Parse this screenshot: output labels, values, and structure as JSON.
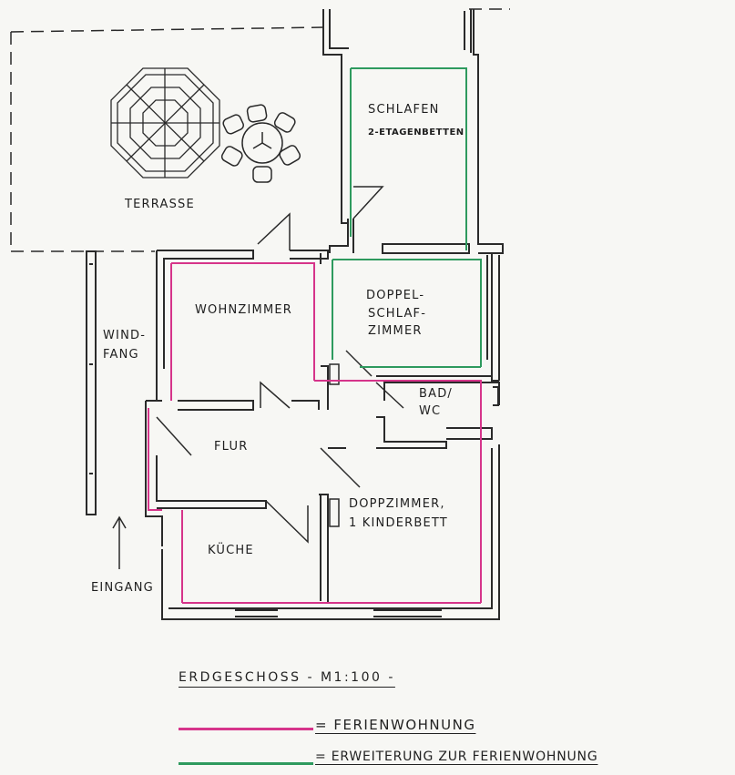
{
  "colors": {
    "ferienwohnung": "#d6348a",
    "erweiterung": "#2e9a5e",
    "wall": "#2a2a2a"
  },
  "rooms": {
    "terrasse": "TERRASSE",
    "schlafen": "SCHLAFEN",
    "schlafen_sub": "2-ETAGENBETTEN",
    "doppelschlafzimmer": [
      "DOPPEL-",
      "SCHLAF-",
      "ZIMMER"
    ],
    "wohnzimmer": "WOHNZIMMER",
    "windfang": [
      "WIND-",
      "FANG"
    ],
    "bad_wc": [
      "BAD/",
      "WC"
    ],
    "flur": "FLUR",
    "doppzimmer": [
      "DOPPZIMMER,",
      "1 KINDERBETT"
    ],
    "kueche": "KÜCHE",
    "eingang": "EINGANG"
  },
  "title": "ERDGESCHOSS - M1:100 -",
  "legend": [
    {
      "color": "#d6348a",
      "text": "= FERIENWOHNUNG"
    },
    {
      "color": "#2e9a5e",
      "text": "= ERWEITERUNG ZUR FERIENWOHNUNG"
    }
  ]
}
